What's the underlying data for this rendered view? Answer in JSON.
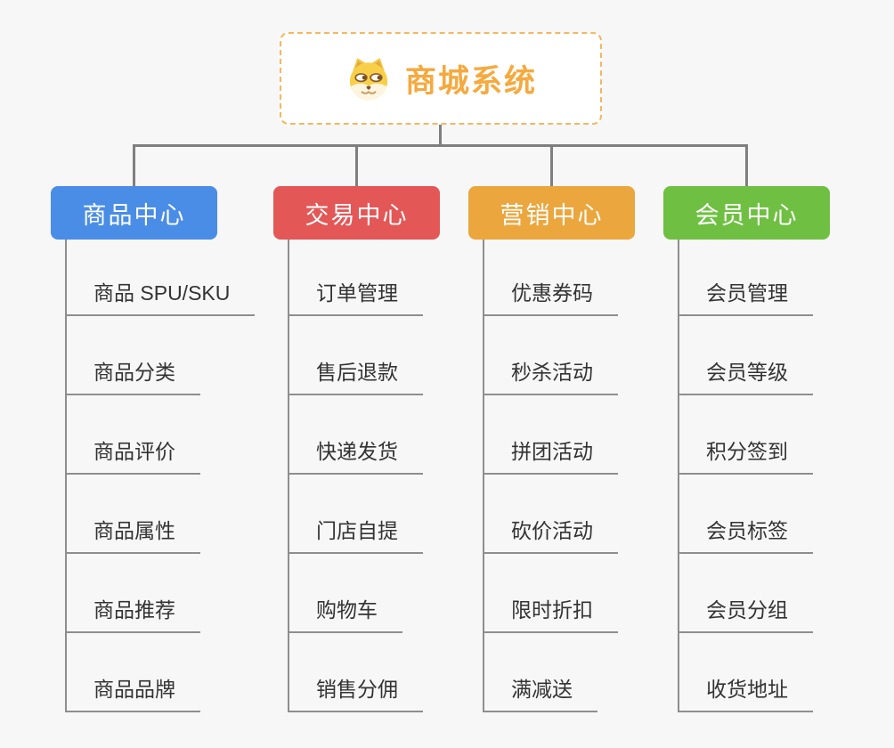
{
  "root": {
    "title": "商城系统",
    "icon": "doge-icon",
    "text_color": "#f5a93e",
    "border_color": "#f2b860",
    "background": "#ffffff"
  },
  "canvas": {
    "background": "#f7f7f7",
    "connector_color": "#7f7f7f",
    "spine_color": "#8e8e8e",
    "topic_text_color": "#333333"
  },
  "branches": [
    {
      "label": "商品中心",
      "color": "#4a8de6",
      "items": [
        "商品 SPU/SKU",
        "商品分类",
        "商品评价",
        "商品属性",
        "商品推荐",
        "商品品牌"
      ]
    },
    {
      "label": "交易中心",
      "color": "#e35757",
      "items": [
        "订单管理",
        "售后退款",
        "快递发货",
        "门店自提",
        "购物车",
        "销售分佣"
      ]
    },
    {
      "label": "营销中心",
      "color": "#eba63d",
      "items": [
        "优惠券码",
        "秒杀活动",
        "拼团活动",
        "砍价活动",
        "限时折扣",
        "满减送"
      ]
    },
    {
      "label": "会员中心",
      "color": "#6fc042",
      "items": [
        "会员管理",
        "会员等级",
        "积分签到",
        "会员标签",
        "会员分组",
        "收货地址"
      ]
    }
  ]
}
